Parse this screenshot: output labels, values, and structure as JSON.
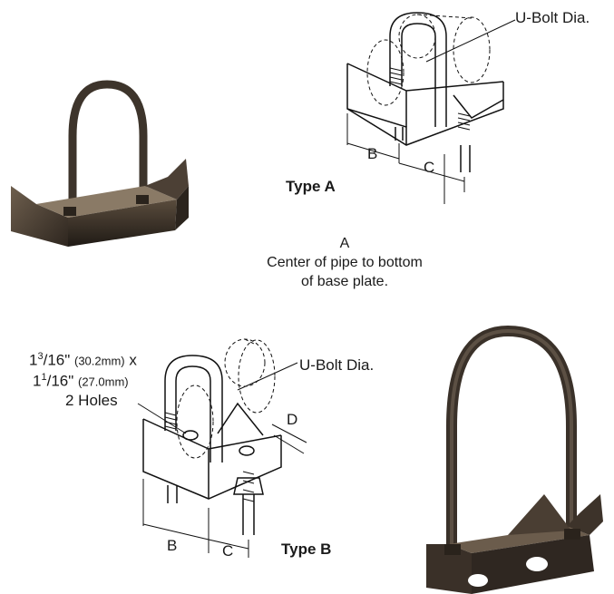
{
  "type_a": {
    "title": "Type A",
    "ubolt_label": "U-Bolt  Dia.",
    "dim_b": "B",
    "dim_c": "C"
  },
  "note": {
    "letter": "A",
    "line1": "Center of pipe to bottom",
    "line2": "of base plate."
  },
  "type_b": {
    "title": "Type B",
    "ubolt_label": "U-Bolt  Dia.",
    "dim_b": "B",
    "dim_c": "C",
    "dim_d": "D",
    "holes_line1_main": "1",
    "holes_line1_sup": "3",
    "holes_line1_frac": "/16\"",
    "holes_line1_mm": "(30.2mm)",
    "holes_line1_x": "x",
    "holes_line2_main": "1",
    "holes_line2_sup": "1",
    "holes_line2_frac": "/16\"",
    "holes_line2_mm": "(27.0mm)",
    "holes_line3": "2 Holes"
  }
}
